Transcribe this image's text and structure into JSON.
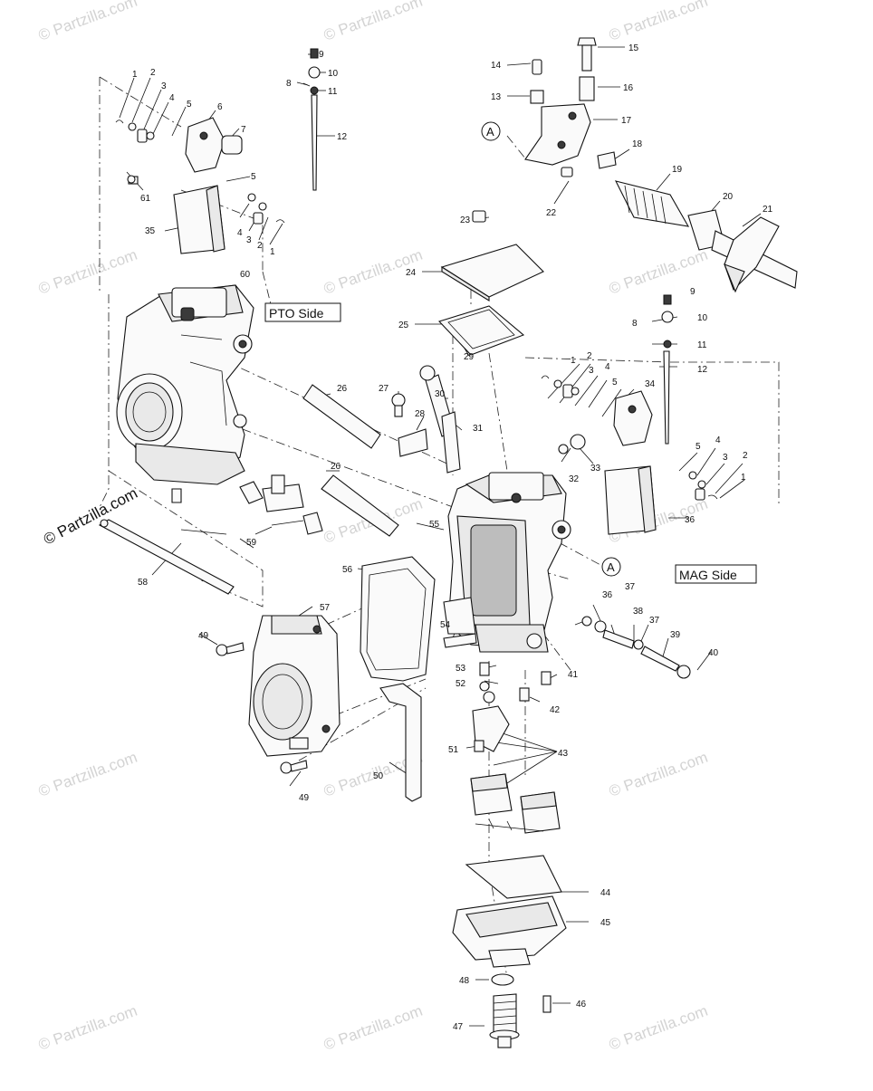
{
  "watermark": {
    "text": "© Partzilla.com",
    "side_text": "© Partzilla.com"
  },
  "labels": {
    "pto_side": "PTO Side",
    "mag_side": "MAG Side",
    "ref_a": "A"
  },
  "callouts": {
    "n1": "1",
    "n2": "2",
    "n3": "3",
    "n4": "4",
    "n5": "5",
    "n6": "6",
    "n7": "7",
    "n8": "8",
    "n9": "9",
    "n10": "10",
    "n11": "11",
    "n12": "12",
    "n13": "13",
    "n14": "14",
    "n15": "15",
    "n16": "16",
    "n17": "17",
    "n18": "18",
    "n19": "19",
    "n20": "20",
    "n21": "21",
    "n22": "22",
    "n23": "23",
    "n24": "24",
    "n25": "25",
    "n26": "26",
    "n27": "27",
    "n28": "28",
    "n29": "29",
    "n30": "30",
    "n31": "31",
    "n32": "32",
    "n33": "33",
    "n34": "34",
    "n35": "35",
    "n36": "36",
    "n37": "37",
    "n38": "38",
    "n39": "39",
    "n40": "40",
    "n41": "41",
    "n42": "42",
    "n43": "43",
    "n44": "44",
    "n45": "45",
    "n46": "46",
    "n47": "47",
    "n48": "48",
    "n49": "49",
    "n50": "50",
    "n51": "51",
    "n52": "52",
    "n53": "53",
    "n54": "54",
    "n55": "55",
    "n56": "56",
    "n57": "57",
    "n58": "58",
    "n59": "59",
    "n60": "60",
    "n61": "61"
  },
  "colors": {
    "line": "#111111",
    "watermark": "#d3d3d3",
    "background": "#ffffff"
  }
}
